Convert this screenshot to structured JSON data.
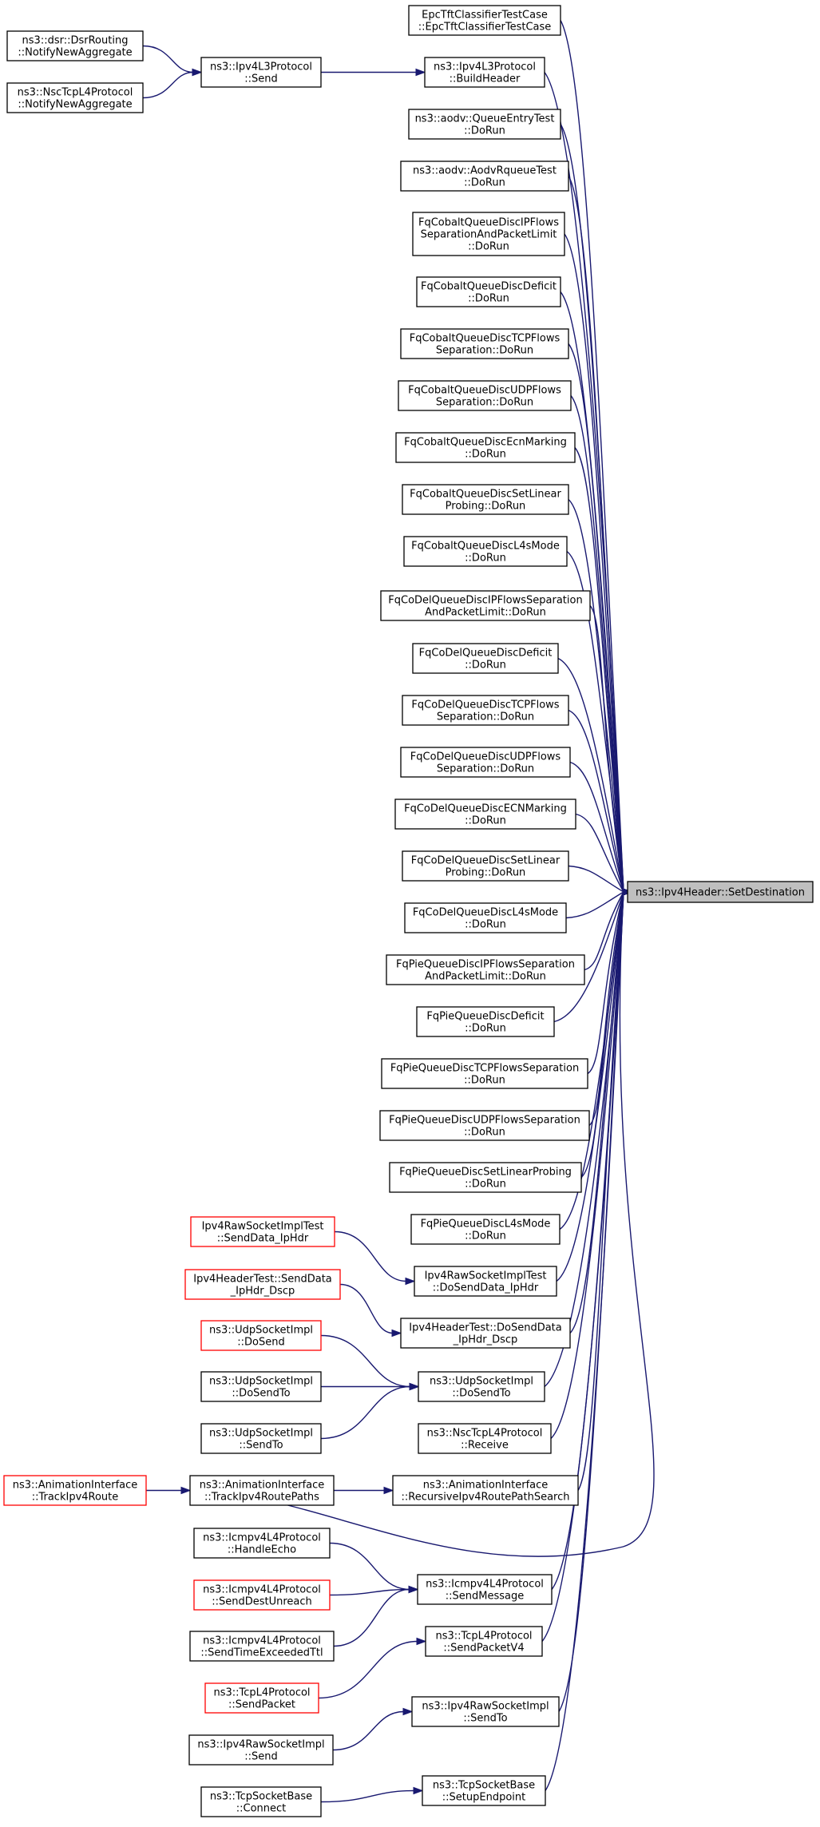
{
  "root": {
    "id": "root",
    "lines": [
      "ns3::Ipv4Header::SetDestination"
    ]
  },
  "nodes": [
    {
      "id": "n1",
      "lines": [
        "EpcTftClassifierTestCase",
        "::EpcTftClassifierTestCase"
      ]
    },
    {
      "id": "n2",
      "lines": [
        "ns3::Ipv4L3Protocol",
        "::BuildHeader"
      ]
    },
    {
      "id": "n3",
      "lines": [
        "ns3::aodv::QueueEntryTest",
        "::DoRun"
      ]
    },
    {
      "id": "n4",
      "lines": [
        "ns3::aodv::AodvRqueueTest",
        "::DoRun"
      ]
    },
    {
      "id": "n5",
      "lines": [
        "FqCobaltQueueDiscIPFlows",
        "SeparationAndPacketLimit",
        "::DoRun"
      ]
    },
    {
      "id": "n6",
      "lines": [
        "FqCobaltQueueDiscDeficit",
        "::DoRun"
      ]
    },
    {
      "id": "n7",
      "lines": [
        "FqCobaltQueueDiscTCPFlows",
        "Separation::DoRun"
      ]
    },
    {
      "id": "n8",
      "lines": [
        "FqCobaltQueueDiscUDPFlows",
        "Separation::DoRun"
      ]
    },
    {
      "id": "n9",
      "lines": [
        "FqCobaltQueueDiscEcnMarking",
        "::DoRun"
      ]
    },
    {
      "id": "n10",
      "lines": [
        "FqCobaltQueueDiscSetLinear",
        "Probing::DoRun"
      ]
    },
    {
      "id": "n11",
      "lines": [
        "FqCobaltQueueDiscL4sMode",
        "::DoRun"
      ]
    },
    {
      "id": "n12",
      "lines": [
        "FqCoDelQueueDiscIPFlowsSeparation",
        "AndPacketLimit::DoRun"
      ]
    },
    {
      "id": "n13",
      "lines": [
        "FqCoDelQueueDiscDeficit",
        "::DoRun"
      ]
    },
    {
      "id": "n14",
      "lines": [
        "FqCoDelQueueDiscTCPFlows",
        "Separation::DoRun"
      ]
    },
    {
      "id": "n15",
      "lines": [
        "FqCoDelQueueDiscUDPFlows",
        "Separation::DoRun"
      ]
    },
    {
      "id": "n16",
      "lines": [
        "FqCoDelQueueDiscECNMarking",
        "::DoRun"
      ]
    },
    {
      "id": "n17",
      "lines": [
        "FqCoDelQueueDiscSetLinear",
        "Probing::DoRun"
      ]
    },
    {
      "id": "n18",
      "lines": [
        "FqCoDelQueueDiscL4sMode",
        "::DoRun"
      ]
    },
    {
      "id": "n19",
      "lines": [
        "FqPieQueueDiscIPFlowsSeparation",
        "AndPacketLimit::DoRun"
      ]
    },
    {
      "id": "n20",
      "lines": [
        "FqPieQueueDiscDeficit",
        "::DoRun"
      ]
    },
    {
      "id": "n21",
      "lines": [
        "FqPieQueueDiscTCPFlowsSeparation",
        "::DoRun"
      ]
    },
    {
      "id": "n22",
      "lines": [
        "FqPieQueueDiscUDPFlowsSeparation",
        "::DoRun"
      ]
    },
    {
      "id": "n23",
      "lines": [
        "FqPieQueueDiscSetLinearProbing",
        "::DoRun"
      ]
    },
    {
      "id": "n24",
      "lines": [
        "FqPieQueueDiscL4sMode",
        "::DoRun"
      ]
    },
    {
      "id": "n25",
      "lines": [
        "Ipv4RawSocketImplTest",
        "::DoSendData_IpHdr"
      ]
    },
    {
      "id": "n26",
      "lines": [
        "Ipv4HeaderTest::DoSendData",
        "_IpHdr_Dscp"
      ]
    },
    {
      "id": "n27",
      "lines": [
        "ns3::UdpSocketImpl",
        "::DoSendTo"
      ]
    },
    {
      "id": "n28",
      "lines": [
        "ns3::NscTcpL4Protocol",
        "::Receive"
      ]
    },
    {
      "id": "n29",
      "lines": [
        "ns3::AnimationInterface",
        "::RecursiveIpv4RoutePathSearch"
      ]
    },
    {
      "id": "n30",
      "lines": [
        "ns3::AnimationInterface",
        "::TrackIpv4RoutePaths"
      ]
    },
    {
      "id": "n31",
      "lines": [
        "ns3::Icmpv4L4Protocol",
        "::SendMessage"
      ]
    },
    {
      "id": "n32",
      "lines": [
        "ns3::TcpL4Protocol",
        "::SendPacketV4"
      ]
    },
    {
      "id": "n33",
      "lines": [
        "ns3::Ipv4RawSocketImpl",
        "::SendTo"
      ]
    },
    {
      "id": "n34",
      "lines": [
        "ns3::TcpSocketBase",
        "::SetupEndpoint"
      ]
    },
    {
      "id": "n35",
      "lines": [
        "ns3::Ipv4L3Protocol",
        "::Send"
      ]
    },
    {
      "id": "n36",
      "lines": [
        "ns3::dsr::DsrRouting",
        "::NotifyNewAggregate"
      ]
    },
    {
      "id": "n37",
      "lines": [
        "ns3::NscTcpL4Protocol",
        "::NotifyNewAggregate"
      ]
    },
    {
      "id": "n38",
      "lines": [
        "Ipv4RawSocketImplTest",
        "::SendData_IpHdr"
      ]
    },
    {
      "id": "n39",
      "lines": [
        "Ipv4HeaderTest::SendData",
        "_IpHdr_Dscp"
      ]
    },
    {
      "id": "n40",
      "lines": [
        "ns3::UdpSocketImpl",
        "::DoSend"
      ]
    },
    {
      "id": "n41",
      "lines": [
        "ns3::UdpSocketImpl",
        "::DoSendTo"
      ]
    },
    {
      "id": "n42",
      "lines": [
        "ns3::UdpSocketImpl",
        "::SendTo"
      ]
    },
    {
      "id": "n43",
      "lines": [
        "ns3::AnimationInterface",
        "::TrackIpv4Route"
      ]
    },
    {
      "id": "n44",
      "lines": [
        "ns3::Icmpv4L4Protocol",
        "::HandleEcho"
      ]
    },
    {
      "id": "n45",
      "lines": [
        "ns3::Icmpv4L4Protocol",
        "::SendDestUnreach"
      ]
    },
    {
      "id": "n46",
      "lines": [
        "ns3::Icmpv4L4Protocol",
        "::SendTimeExceededTtl"
      ]
    },
    {
      "id": "n47",
      "lines": [
        "ns3::TcpL4Protocol",
        "::SendPacket"
      ]
    },
    {
      "id": "n48",
      "lines": [
        "ns3::Ipv4RawSocketImpl",
        "::Send"
      ]
    },
    {
      "id": "n49",
      "lines": [
        "ns3::TcpSocketBase",
        "::Connect"
      ]
    }
  ],
  "missing_docs": [
    "n38",
    "n39",
    "n40",
    "n43",
    "n45",
    "n47"
  ],
  "edges": [
    [
      "n1",
      "root"
    ],
    [
      "n2",
      "root"
    ],
    [
      "n3",
      "root"
    ],
    [
      "n4",
      "root"
    ],
    [
      "n5",
      "root"
    ],
    [
      "n6",
      "root"
    ],
    [
      "n7",
      "root"
    ],
    [
      "n8",
      "root"
    ],
    [
      "n9",
      "root"
    ],
    [
      "n10",
      "root"
    ],
    [
      "n11",
      "root"
    ],
    [
      "n12",
      "root"
    ],
    [
      "n13",
      "root"
    ],
    [
      "n14",
      "root"
    ],
    [
      "n15",
      "root"
    ],
    [
      "n16",
      "root"
    ],
    [
      "n17",
      "root"
    ],
    [
      "n18",
      "root"
    ],
    [
      "n19",
      "root"
    ],
    [
      "n20",
      "root"
    ],
    [
      "n21",
      "root"
    ],
    [
      "n22",
      "root"
    ],
    [
      "n23",
      "root"
    ],
    [
      "n24",
      "root"
    ],
    [
      "n25",
      "root"
    ],
    [
      "n26",
      "root"
    ],
    [
      "n27",
      "root"
    ],
    [
      "n28",
      "root"
    ],
    [
      "n29",
      "root"
    ],
    [
      "n30",
      "root"
    ],
    [
      "n31",
      "root"
    ],
    [
      "n32",
      "root"
    ],
    [
      "n33",
      "root"
    ],
    [
      "n34",
      "root"
    ],
    [
      "n35",
      "n2"
    ],
    [
      "n36",
      "n35"
    ],
    [
      "n37",
      "n35"
    ],
    [
      "n38",
      "n25"
    ],
    [
      "n39",
      "n26"
    ],
    [
      "n40",
      "n27"
    ],
    [
      "n41",
      "n27"
    ],
    [
      "n42",
      "n27"
    ],
    [
      "n43",
      "n30"
    ],
    [
      "n30",
      "n29"
    ],
    [
      "n44",
      "n31"
    ],
    [
      "n45",
      "n31"
    ],
    [
      "n46",
      "n31"
    ],
    [
      "n47",
      "n32"
    ],
    [
      "n48",
      "n33"
    ],
    [
      "n49",
      "n34"
    ]
  ],
  "colors": {
    "edge": "#191970",
    "root_fill": "#bfbfbf",
    "missing_border": "#ff0000"
  }
}
